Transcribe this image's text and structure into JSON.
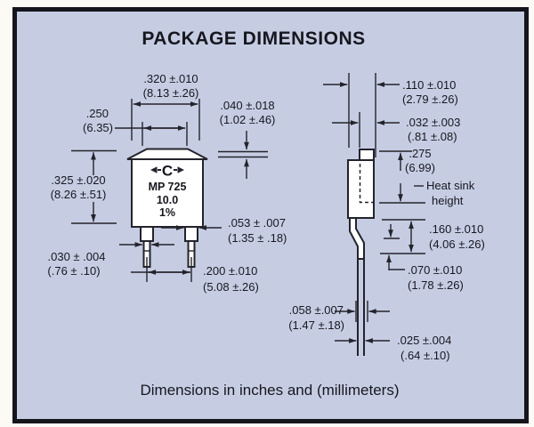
{
  "title": "PACKAGE DIMENSIONS",
  "caption": "Dimensions in inches and (millimeters)",
  "colors": {
    "panel_background": "#c6cde3",
    "line": "#23232b",
    "text": "#17171f",
    "part_fill": "#ffffff",
    "border": "#15151c"
  },
  "component": {
    "logo_letter": "C",
    "model": "MP 725",
    "value": "10.0",
    "tolerance": "1%"
  },
  "front_view": {
    "overall_width_in": ".320 ±.010",
    "overall_width_mm": "(8.13 ±.26)",
    "tab_top_width_in": ".250",
    "tab_top_width_mm": "(6.35)",
    "tab_thickness_in": ".040 ±.018",
    "tab_thickness_mm": "(1.02 ±.46)",
    "body_height_in": ".325 ±.020",
    "body_height_mm": "(8.26 ±.51)",
    "lead_tip_width_in": ".030 ± .004",
    "lead_tip_width_mm": "(.76 ± .10)",
    "lead_width_in": ".053 ± .007",
    "lead_width_mm": "(1.35 ± .18)",
    "lead_spacing_in": ".200 ±.010",
    "lead_spacing_mm": "(5.08 ±.26)"
  },
  "side_view": {
    "body_thickness_in": ".110 ±.010",
    "body_thickness_mm": "(2.79 ±.26)",
    "tab_thickness_in": ".032 ±.003",
    "tab_thickness_mm": "(.81 ±.08)",
    "heatsink_height_in": ".275",
    "heatsink_height_mm": "(6.99)",
    "heatsink_note_line1": "Heat sink",
    "heatsink_note_line2": "height",
    "lead_drop_in": ".160 ±.010",
    "lead_drop_mm": "(4.06 ±.26)",
    "standoff_in": ".070 ±.010",
    "standoff_mm": "(1.78 ±.26)",
    "lead_width_in": ".058 ±.007",
    "lead_width_mm": "(1.47 ±.18)",
    "lead_thickness_in": ".025 ±.004",
    "lead_thickness_mm": "(.64 ±.10)"
  }
}
